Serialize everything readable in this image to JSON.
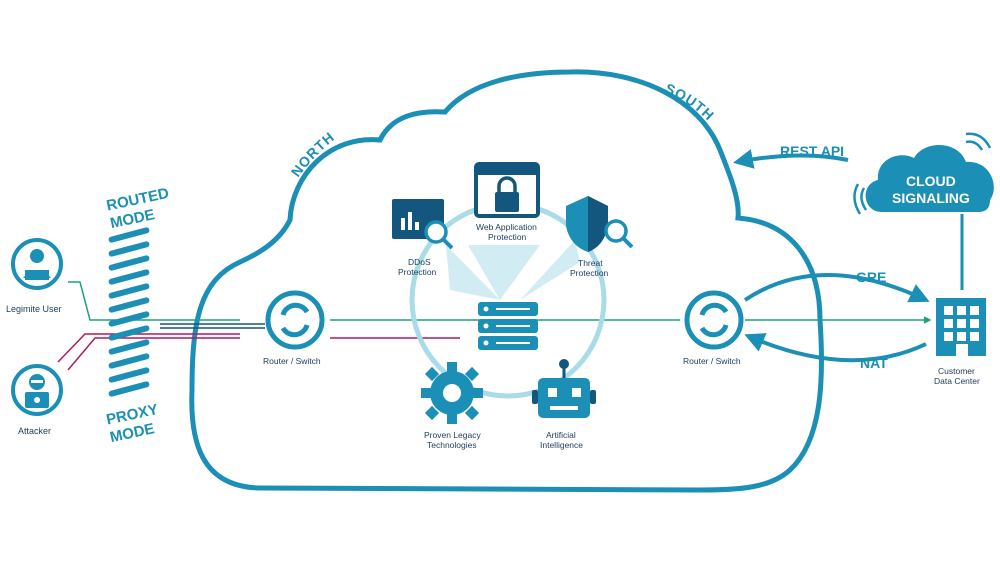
{
  "colors": {
    "primary": "#1b8fb6",
    "dark": "#14577e",
    "light": "#a9dbe9",
    "legit": "#1aa37a",
    "attack": "#b1195b"
  },
  "modes": {
    "routed": [
      "ROUTED",
      "MODE"
    ],
    "proxy": [
      "PROXY",
      "MODE"
    ]
  },
  "users": {
    "legit": "Legimite User",
    "attacker": "Attacker"
  },
  "cloud": {
    "north": "NORTH",
    "south": "SOUTH"
  },
  "routers": {
    "left": "Router / Switch",
    "right": "Router / Switch"
  },
  "services": {
    "waf": [
      "Web Application",
      "Protection"
    ],
    "ddos": [
      "DDoS",
      "Protection"
    ],
    "threat": [
      "Threat",
      "Protection"
    ],
    "legacy": [
      "Proven Legacy",
      "Technologies"
    ],
    "ai": [
      "Artificial",
      "Intelligence"
    ]
  },
  "right": {
    "rest_api": "REST API",
    "gre": "GRE",
    "nat": "NAT",
    "signaling": [
      "CLOUD",
      "SIGNALING"
    ],
    "datacenter": [
      "Customer",
      "Data Center"
    ]
  },
  "icons": [
    "user-headset-icon",
    "hacker-icon",
    "router-icon",
    "server-stack-icon",
    "padlock-browser-icon",
    "ddos-chart-icon",
    "shield-search-icon",
    "gear-icon",
    "robot-icon",
    "building-icon",
    "signal-waves-icon"
  ]
}
